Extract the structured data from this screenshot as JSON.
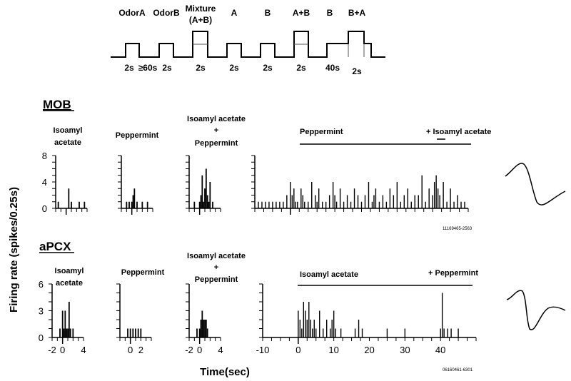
{
  "protocol": {
    "labels": [
      "OdorA",
      "OdorB",
      "Mixture",
      "(A+B)",
      "A",
      "B",
      "A+B",
      "B",
      "B+A"
    ],
    "durations": [
      "2s",
      "≥60s",
      "2s",
      "2s",
      "2s",
      "2s",
      "2s",
      "40s",
      "2s"
    ]
  },
  "regions": [
    "MOB",
    "aPCX"
  ],
  "stimulus_labels": {
    "mob": {
      "iso_1": "Isoamyl",
      "iso_2": "acetate",
      "pep": "Peppermint",
      "mix_1": "Isoamyl acetate",
      "mix_plus": "+",
      "mix_2": "Peppermint",
      "long": "Peppermint",
      "added": "+ Isoamyl acetate"
    },
    "apcx": {
      "iso_1": "Isoamyl",
      "iso_2": "acetate",
      "pep": "Peppermint",
      "mix_1": "Isoamyl acetate",
      "mix_plus": "+",
      "mix_2": "Peppermint",
      "long": "Isoamyl acetate",
      "added": "+ Peppermint"
    }
  },
  "cell_ids": [
    "11169465-2563",
    "06160461-6301"
  ],
  "ylabel": "Firing rate (spikes/0.25s)",
  "xlabel": "Time(sec)",
  "chart_data": [
    {
      "type": "bar",
      "region": "MOB",
      "panel": "Isoamyl acetate",
      "ylim": [
        0,
        8
      ],
      "yticks": [
        0,
        4,
        8
      ],
      "xlim": [
        -2,
        4
      ],
      "x": [
        -1.5,
        0.5,
        1.0,
        2.5,
        3.5
      ],
      "values": [
        1,
        3,
        1,
        1,
        1
      ]
    },
    {
      "type": "bar",
      "region": "MOB",
      "panel": "Peppermint",
      "ylim": [
        0,
        8
      ],
      "xlim": [
        -2,
        4
      ],
      "x": [
        -1.0,
        -0.5,
        0.0,
        0.25,
        0.5,
        1.0,
        2.0,
        3.0
      ],
      "values": [
        1,
        1,
        1,
        2,
        3,
        1,
        1,
        1
      ]
    },
    {
      "type": "bar",
      "region": "MOB",
      "panel": "Isoamyl acetate + Peppermint",
      "ylim": [
        0,
        8
      ],
      "xlim": [
        -2,
        4
      ],
      "x": [
        -1.0,
        0.0,
        0.25,
        0.5,
        0.75,
        1.0,
        1.25,
        1.5,
        1.75,
        2.0,
        2.5
      ],
      "values": [
        1,
        1,
        2,
        5,
        1,
        3,
        6,
        2,
        1,
        4,
        1
      ]
    },
    {
      "type": "bar",
      "region": "MOB",
      "panel": "Peppermint + Isoamyl acetate",
      "ylim": [
        0,
        8
      ],
      "xlim": [
        -10,
        50
      ],
      "x": [
        -9,
        -8,
        -7,
        -6,
        -5,
        -4,
        -3,
        -2,
        -1,
        0,
        0.5,
        1,
        1.5,
        2,
        3,
        3.5,
        4,
        5,
        6,
        7,
        7.5,
        8,
        9,
        10,
        11,
        12,
        12.5,
        13,
        14,
        15,
        16,
        17,
        18,
        19,
        20,
        21,
        22,
        23,
        23.5,
        24,
        25,
        26,
        27,
        28,
        29,
        30,
        31,
        32,
        33,
        34,
        35,
        36,
        37,
        38,
        39,
        40,
        40.5,
        41,
        41.5,
        42,
        43,
        44,
        45,
        46,
        47,
        48,
        49
      ],
      "values": [
        1,
        1,
        1,
        1,
        1,
        1,
        1,
        1,
        2,
        4,
        2,
        3,
        1,
        1,
        3,
        2,
        1,
        1,
        4,
        2,
        1,
        3,
        1,
        1,
        2,
        4,
        2,
        1,
        3,
        1,
        2,
        1,
        3,
        2,
        1,
        2,
        4,
        1,
        2,
        3,
        1,
        2,
        1,
        3,
        2,
        4,
        1,
        2,
        3,
        1,
        2,
        2,
        5,
        1,
        3,
        2,
        4,
        5,
        3,
        2,
        4,
        1,
        3,
        1,
        2,
        1,
        1
      ]
    },
    {
      "type": "bar",
      "region": "aPCX",
      "panel": "Isoamyl acetate",
      "ylim": [
        0,
        6
      ],
      "yticks": [
        0,
        3,
        6
      ],
      "xlim": [
        -2,
        4
      ],
      "xticks": [
        -2,
        0,
        4
      ],
      "x": [
        -0.5,
        0.0,
        0.25,
        0.5,
        0.75,
        1.0,
        1.25,
        1.5,
        2.0
      ],
      "values": [
        1,
        3,
        1,
        3,
        1,
        1,
        4,
        1,
        1
      ]
    },
    {
      "type": "bar",
      "region": "aPCX",
      "panel": "Peppermint",
      "ylim": [
        0,
        6
      ],
      "xlim": [
        -2,
        4
      ],
      "xticks": [
        0,
        2
      ],
      "x": [
        -0.5,
        0.0,
        0.5,
        1.0,
        1.5,
        2.0
      ],
      "values": [
        1,
        1,
        1,
        1,
        1,
        1
      ]
    },
    {
      "type": "bar",
      "region": "aPCX",
      "panel": "Isoamyl acetate + Peppermint",
      "ylim": [
        0,
        6
      ],
      "xlim": [
        -2,
        4
      ],
      "xticks": [
        -2,
        0,
        4
      ],
      "x": [
        -0.5,
        0.0,
        0.25,
        0.5,
        0.75,
        1.0,
        1.25,
        1.5
      ],
      "values": [
        1,
        1,
        2,
        3,
        2,
        2,
        2,
        1
      ]
    },
    {
      "type": "bar",
      "region": "aPCX",
      "panel": "Isoamyl acetate + Peppermint",
      "ylim": [
        0,
        6
      ],
      "xlim": [
        -10,
        50
      ],
      "xticks": [
        -10,
        0,
        10,
        20,
        30,
        40
      ],
      "x": [
        0,
        0.5,
        1,
        1.5,
        2,
        2.5,
        3,
        3.5,
        4,
        4.5,
        5,
        6,
        7,
        8,
        9,
        9.5,
        10,
        10.5,
        12,
        16,
        17,
        18,
        25,
        30,
        40,
        40.5,
        41,
        42,
        43,
        45
      ],
      "values": [
        3,
        2,
        1,
        4,
        3,
        2,
        4,
        2,
        1,
        2,
        1,
        3,
        1,
        2,
        1,
        2,
        3,
        1,
        1,
        1,
        2,
        1,
        1,
        1,
        1,
        5,
        1,
        1,
        1,
        1
      ]
    }
  ]
}
